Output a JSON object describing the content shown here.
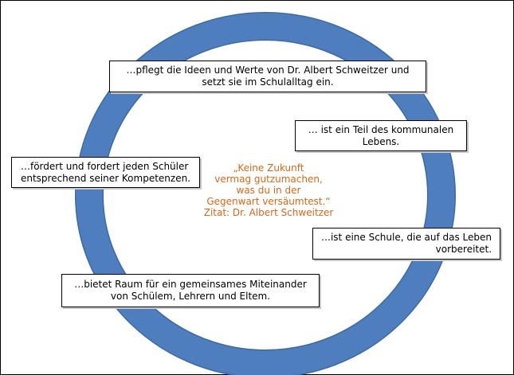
{
  "colors": {
    "ring": "#4f7ebf",
    "ring_edge": "#3d6aa6",
    "quote": "#d4691a",
    "box_border": "#000000"
  },
  "boxes": {
    "top": "…pflegt die Ideen und Werte von Dr. Albert Schweitzer und\nsetzt sie im Schulalltag ein.",
    "community": "… ist ein Teil des kommunalen\nLebens.",
    "left": "…fördert und fordert jeden Schüler\nentsprechend seiner Kompetenzen.",
    "life": "…ist eine Schule, die auf das Leben\nvorbereitet.",
    "bottom": "…bietet Raum für ein gemeinsames Miteinander\nvon Schülem, Lehrern und Eltem."
  },
  "quote": {
    "text": "„Keine Zukunft\nvermag gutzumachen,\nwas du in der\nGegenwart versäumtest.“\nZitat: Dr. Albert Schweitzer"
  }
}
